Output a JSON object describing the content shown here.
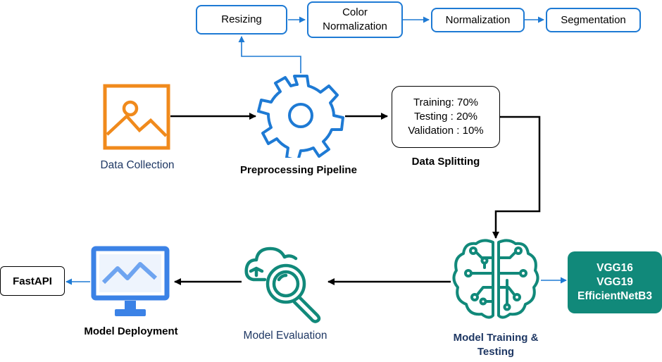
{
  "preprocessing_steps": [
    "Resizing",
    "Color Normalization",
    "Normalization",
    "Segmentation"
  ],
  "split": {
    "lines": [
      "Training: 70%",
      "Testing : 20%",
      "Validation : 10%"
    ],
    "label": "Data Splitting"
  },
  "stages": {
    "collection": "Data Collection",
    "preprocessing": "Preprocessing Pipeline",
    "training_line1": "Model Training &",
    "training_line2": "Testing",
    "evaluation": "Model Evaluation",
    "deployment": "Model Deployment"
  },
  "models": [
    "VGG16",
    "VGG19",
    "EfficientNetB3"
  ],
  "deploy_target": "FastAPI",
  "icons": {
    "collection": "image-icon",
    "preprocessing": "gear-icon",
    "training": "brain-circuit-icon",
    "evaluation": "cloud-search-icon",
    "deployment": "monitor-chart-icon"
  },
  "colors": {
    "blue": "#1e7ad4",
    "orange": "#f08a1c",
    "teal": "#11897a",
    "monitor": "#3b82e6",
    "navy_text": "#1f3864"
  }
}
